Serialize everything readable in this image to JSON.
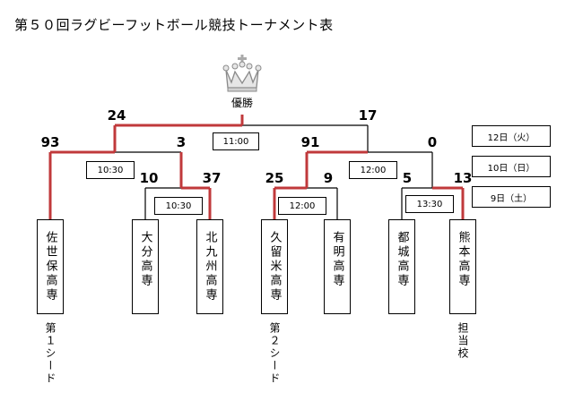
{
  "title": "第５０回ラグビーフットボール競技トーナメント表",
  "champion_label": "優勝",
  "icons": {
    "crown": "crown-icon"
  },
  "colors": {
    "winner_line": "#c0393b",
    "line": "#000000"
  },
  "final": {
    "left_score": "24",
    "right_score": "17",
    "time": "11:00"
  },
  "semis": [
    {
      "left_score": "93",
      "right_score": "3",
      "time": "10:30"
    },
    {
      "left_score": "91",
      "right_score": "0",
      "time": "12:00"
    }
  ],
  "first_round": [
    {
      "left_score": "10",
      "right_score": "37",
      "time": "10:30"
    },
    {
      "left_score": "25",
      "right_score": "9",
      "time": "12:00"
    },
    {
      "left_score": "5",
      "right_score": "13",
      "time": "13:30"
    }
  ],
  "teams": [
    {
      "name": "佐世保高専",
      "note": "第１シード"
    },
    {
      "name": "大分高専",
      "note": ""
    },
    {
      "name": "北九州高専",
      "note": ""
    },
    {
      "name": "久留米高専",
      "note": "第２シード"
    },
    {
      "name": "有明高専",
      "note": ""
    },
    {
      "name": "都城高専",
      "note": ""
    },
    {
      "name": "熊本高専",
      "note": "担当校"
    }
  ],
  "dates": [
    "12日（火）",
    "10日（日）",
    "9日（土）"
  ]
}
